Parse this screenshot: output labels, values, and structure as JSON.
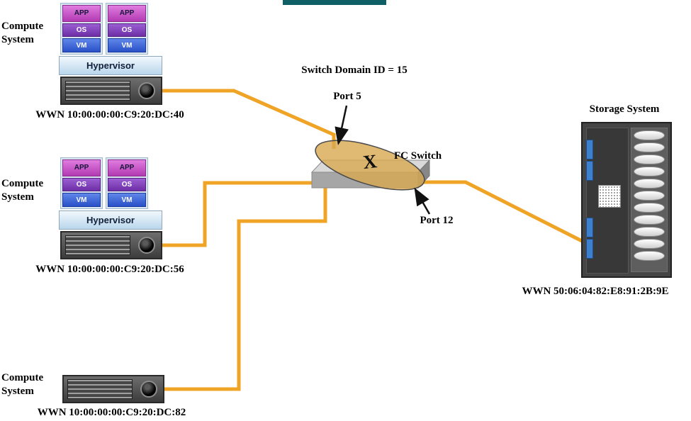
{
  "banner": {
    "color": "#0F5F66"
  },
  "labels": {
    "compute_system": "Compute System",
    "storage_system": "Storage System",
    "hypervisor": "Hypervisor",
    "fc_switch": "FC Switch",
    "switch_domain": "Switch Domain ID = 15",
    "port_top": "Port 5",
    "port_bottom": "Port 12",
    "x_mark": "X"
  },
  "vm_stack": {
    "app": "APP",
    "os": "OS",
    "vm": "VM"
  },
  "compute_systems": [
    {
      "wwn": "WWN 10:00:00:00:C9:20:DC:40"
    },
    {
      "wwn": "WWN 10:00:00:00:C9:20:DC:56"
    },
    {
      "wwn": "WWN 10:00:00:00:C9:20:DC:82"
    }
  ],
  "storage": {
    "wwn": "WWN 50:06:04:82:E8:91:2B:9E"
  },
  "colors": {
    "cable": "#EFA425",
    "zone_fill": "#D8A84F",
    "arrow": "#111111"
  }
}
